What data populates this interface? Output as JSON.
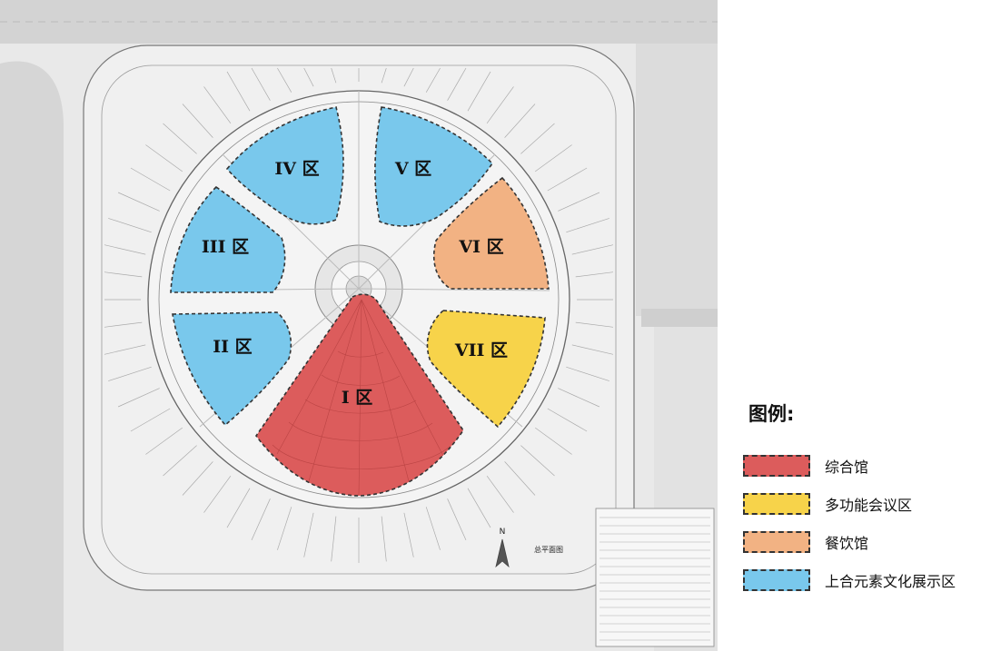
{
  "legend": {
    "title": "图例:",
    "items": [
      {
        "label": "综合馆",
        "color": "#dc5c5c"
      },
      {
        "label": "多功能会议区",
        "color": "#f7d34a"
      },
      {
        "label": "餐饮馆",
        "color": "#f2b283"
      },
      {
        "label": "上合元素文化展示区",
        "color": "#79c8ec"
      }
    ]
  },
  "zones": [
    {
      "id": "I",
      "label": "I 区",
      "category": "综合馆"
    },
    {
      "id": "II",
      "label": "II 区",
      "category": "上合元素文化展示区"
    },
    {
      "id": "III",
      "label": "III 区",
      "category": "上合元素文化展示区"
    },
    {
      "id": "IV",
      "label": "IV 区",
      "category": "上合元素文化展示区"
    },
    {
      "id": "V",
      "label": "V 区",
      "category": "上合元素文化展示区"
    },
    {
      "id": "VI",
      "label": "VI 区",
      "category": "餐饮馆"
    },
    {
      "id": "VII",
      "label": "VII 区",
      "category": "多功能会议区"
    }
  ],
  "plan": {
    "title": "总平面图",
    "north_label": "N"
  },
  "colors": {
    "background": "#e9e9e9",
    "road": "#d5d5d5",
    "outline": "#333333"
  }
}
